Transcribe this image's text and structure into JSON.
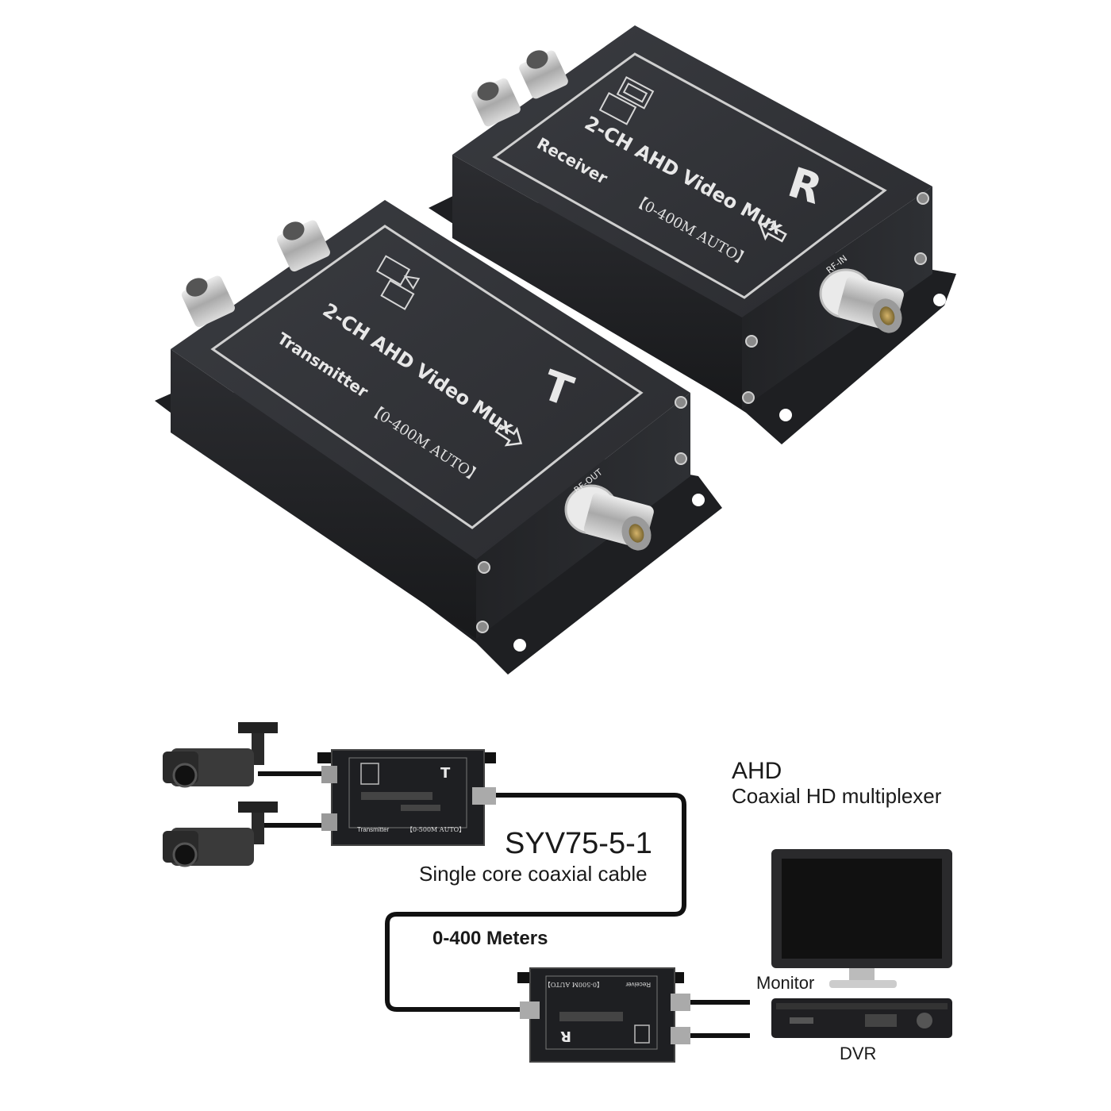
{
  "transmitter": {
    "letter": "T",
    "title": "2-CH AHD Video Mux",
    "subtitle": "Transmitter",
    "range": "【0-400M AUTO】",
    "port": "RF-OUT"
  },
  "receiver": {
    "letter": "R",
    "title": "2-CH AHD Video Mux",
    "subtitle": "Receiver",
    "range": "【0-400M AUTO】",
    "port": "RF-IN"
  },
  "diagram": {
    "product_name": "AHD",
    "product_desc": "Coaxial HD multiplexer",
    "cable_model": "SYV75-5-1",
    "cable_desc": "Single core coaxial cable",
    "distance": "0-400 Meters",
    "monitor_label": "Monitor",
    "dvr_label": "DVR",
    "mini_tx_letter": "T",
    "mini_tx_name": "Transmitter",
    "mini_tx_range": "【0-500M AUTO】",
    "mini_rx_letter": "R",
    "mini_rx_name": "Receiver",
    "mini_rx_range": "【0-500M AUTO】"
  },
  "colors": {
    "device_body": "#2b2d31",
    "device_top": "#34363b",
    "device_edge": "#1c1d20",
    "plate_line": "#c9c9c9",
    "bnc_silver": "#c7c7c7",
    "cable": "#111111"
  }
}
